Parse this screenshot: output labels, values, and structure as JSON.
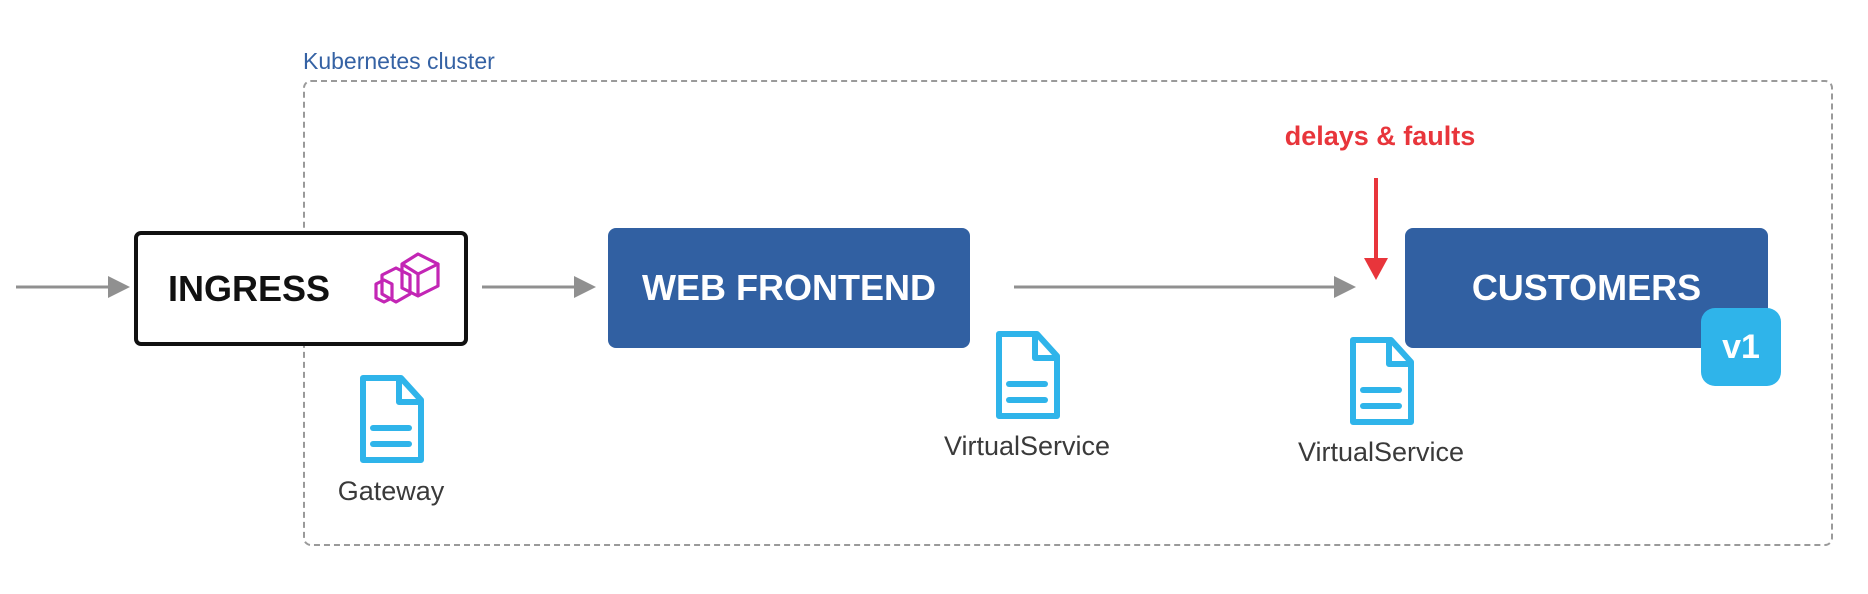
{
  "cluster": {
    "label": "Kubernetes cluster"
  },
  "ingress": {
    "label": "INGRESS",
    "icon": "envoy-logo-icon"
  },
  "web_frontend": {
    "label": "WEB FRONTEND"
  },
  "customers": {
    "label": "CUSTOMERS",
    "version_badge": "v1"
  },
  "resources": {
    "gateway_label": "Gateway",
    "vs_web_label": "VirtualService",
    "vs_customers_label": "VirtualService",
    "icon": "document-icon"
  },
  "annotation": {
    "fault_label": "delays & faults"
  },
  "colors": {
    "service_blue": "#3160a2",
    "badge_cyan": "#2fb4ea",
    "fault_red": "#e8353b",
    "envoy_magenta": "#c326b5",
    "arrow_gray": "#909090",
    "cluster_label_blue": "#3562a4"
  }
}
